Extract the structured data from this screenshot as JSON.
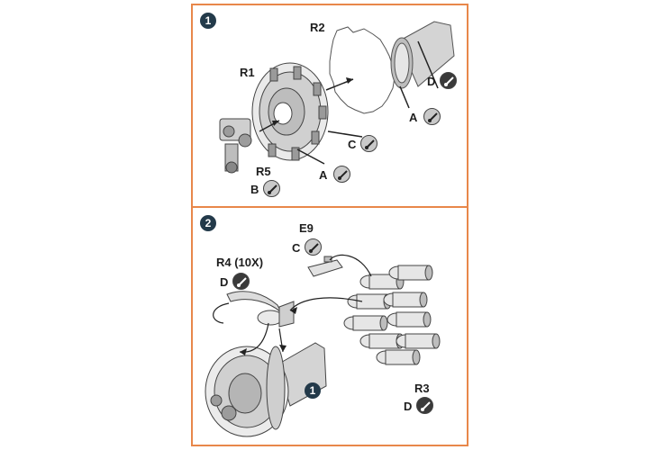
{
  "colors": {
    "panel_border": "#e8874a",
    "step_badge": "#233a4a",
    "paint_light_grey": "#c9c9c9",
    "paint_dark_grey": "#3a3a3a"
  },
  "step1": {
    "number": "1",
    "parts": {
      "r1": "R1",
      "r2": "R2",
      "r5": "R5"
    },
    "callouts": {
      "c_letter": "C",
      "a_letter_center": "A",
      "a_letter_right": "A",
      "d_letter": "D",
      "b_letter": "B"
    }
  },
  "step2": {
    "number": "2",
    "parts": {
      "e9": "E9",
      "r4": "R4 (10X)",
      "r3": "R3"
    },
    "callouts": {
      "c_letter": "C",
      "d_letter_r4": "D",
      "d_letter_r3": "D"
    },
    "subassembly_ref": "1"
  }
}
